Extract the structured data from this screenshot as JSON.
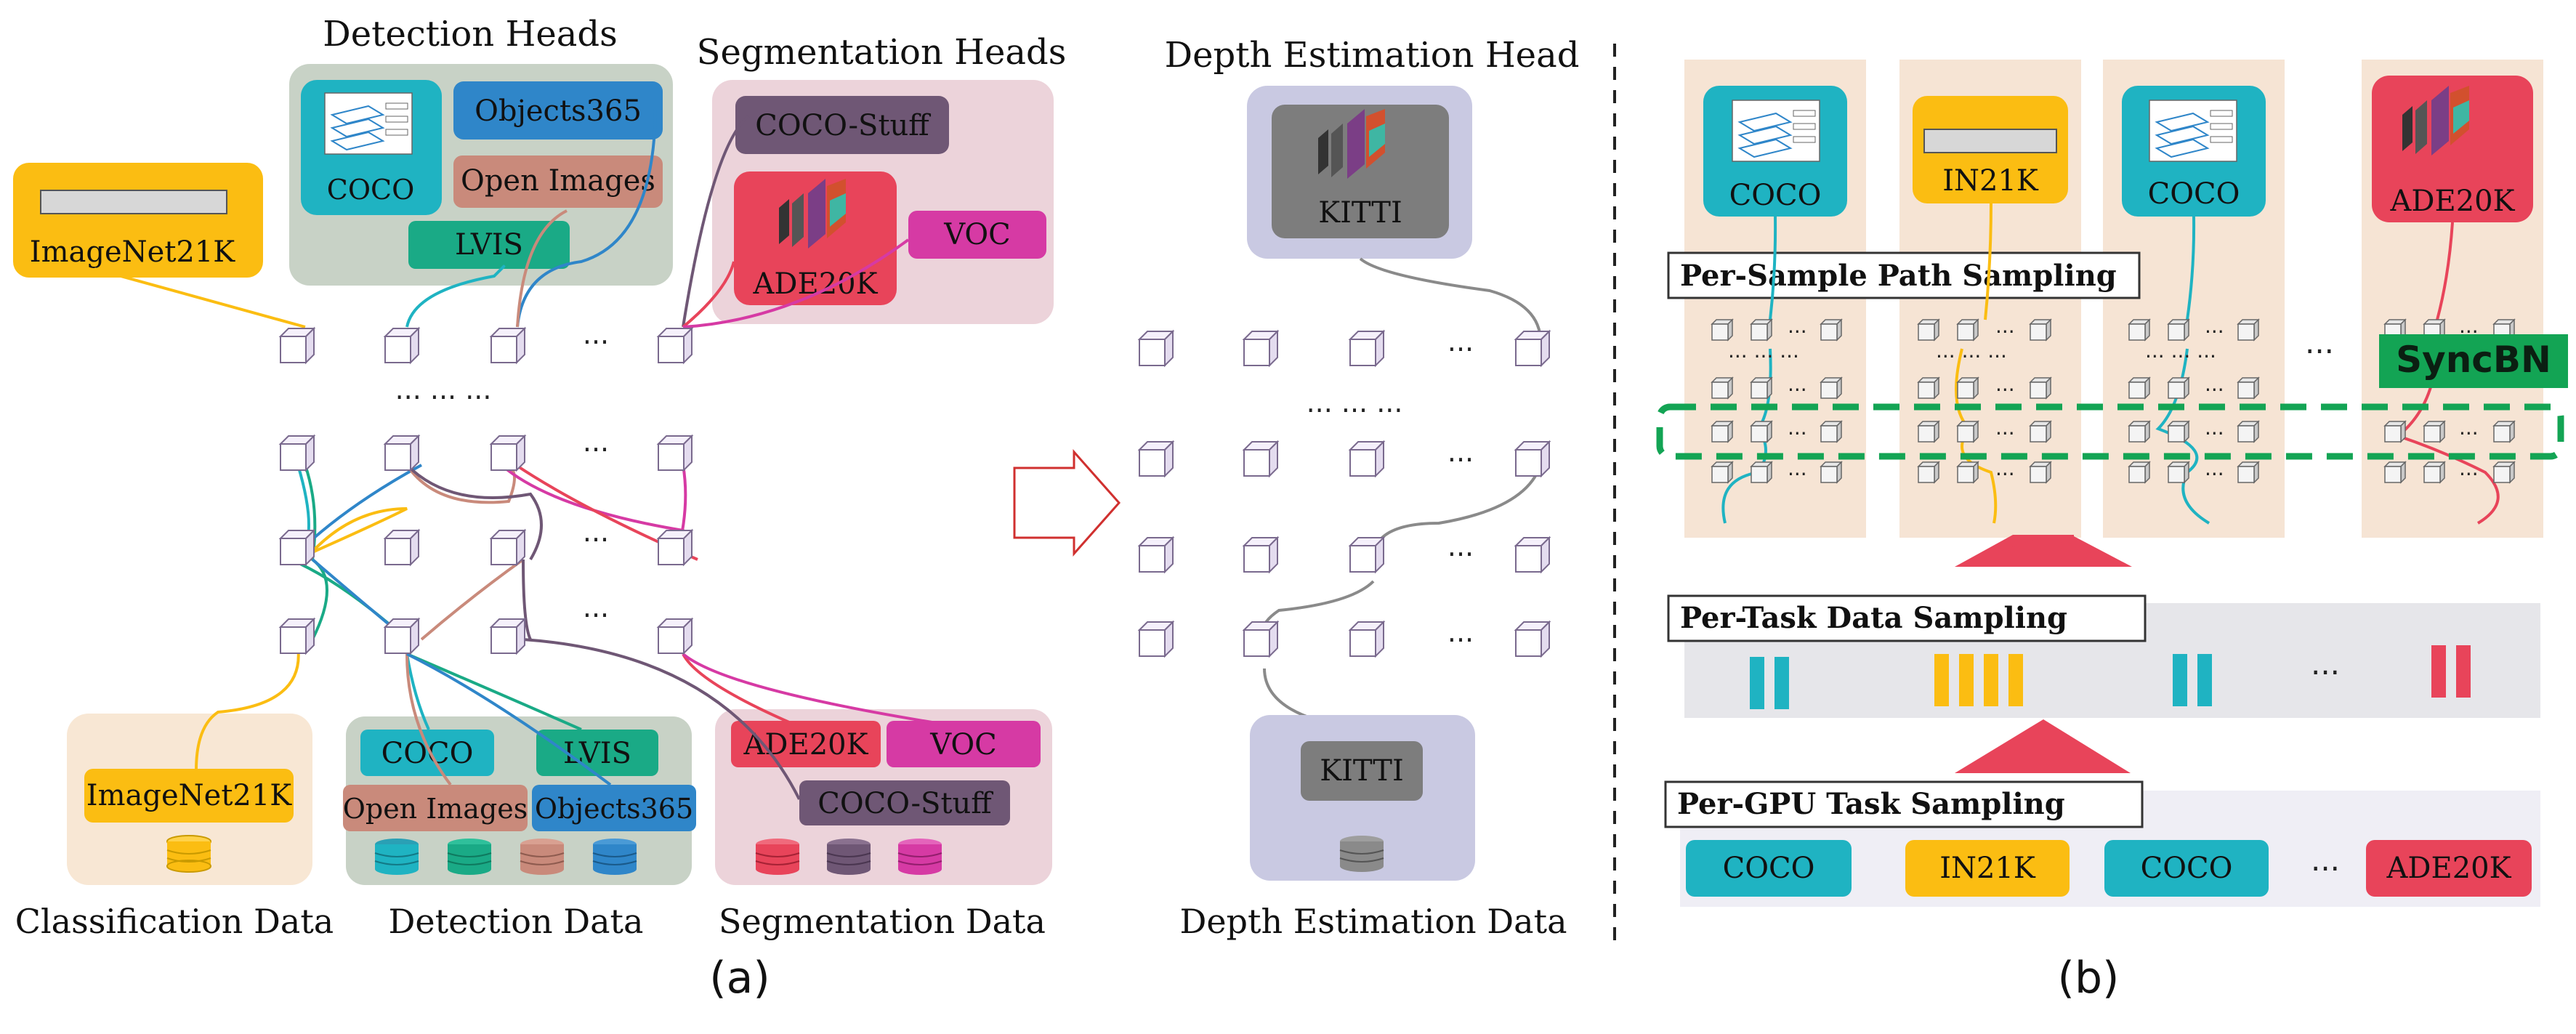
{
  "panel_a": {
    "caption": "(a)",
    "heads": {
      "detection": {
        "title": "Detection Heads",
        "labels": [
          "COCO",
          "Objects365",
          "Open Images",
          "LVIS"
        ]
      },
      "segmentation": {
        "title": "Segmentation Heads",
        "labels": [
          "COCO-Stuff",
          "ADE20K",
          "VOC"
        ]
      },
      "classification": {
        "label": "ImageNet21K"
      },
      "depth": {
        "title": "Depth Estimation Head",
        "label": "KITTI"
      }
    },
    "data": {
      "classification": {
        "title": "Classification Data",
        "labels": [
          "ImageNet21K"
        ]
      },
      "detection": {
        "title": "Detection Data",
        "labels": [
          "COCO",
          "LVIS",
          "Open Images",
          "Objects365"
        ]
      },
      "segmentation": {
        "title": "Segmentation Data",
        "labels": [
          "ADE20K",
          "VOC",
          "COCO-Stuff"
        ]
      },
      "depth": {
        "title": "Depth Estimation Data",
        "label": "KITTI"
      }
    },
    "ellipsis": "···",
    "ellipsis_long": "··· ··· ···"
  },
  "panel_b": {
    "caption": "(b)",
    "columns": [
      "COCO",
      "IN21K",
      "COCO",
      "ADE20K"
    ],
    "path_sampling_label": "Per-Sample Path Sampling",
    "syncbn_label": "SyncBN",
    "data_sampling_label": "Per-Task Data Sampling",
    "gpu_sampling_label": "Per-GPU Task Sampling",
    "gpu_tasks": [
      "COCO",
      "IN21K",
      "COCO",
      "ADE20K"
    ],
    "ellipsis": "···",
    "inner_ellipsis": "··· ··· ···"
  },
  "colors": {
    "teal": "#1fb3c2",
    "yellow": "#fbbd12",
    "blue": "#2f86c9",
    "green": "#1aaa86",
    "salmon": "#c98a7b",
    "red": "#e8445a",
    "magenta": "#d63aa4",
    "purple": "#6f5775",
    "gray": "#8a8a8a",
    "syncbn": "#13a454"
  }
}
